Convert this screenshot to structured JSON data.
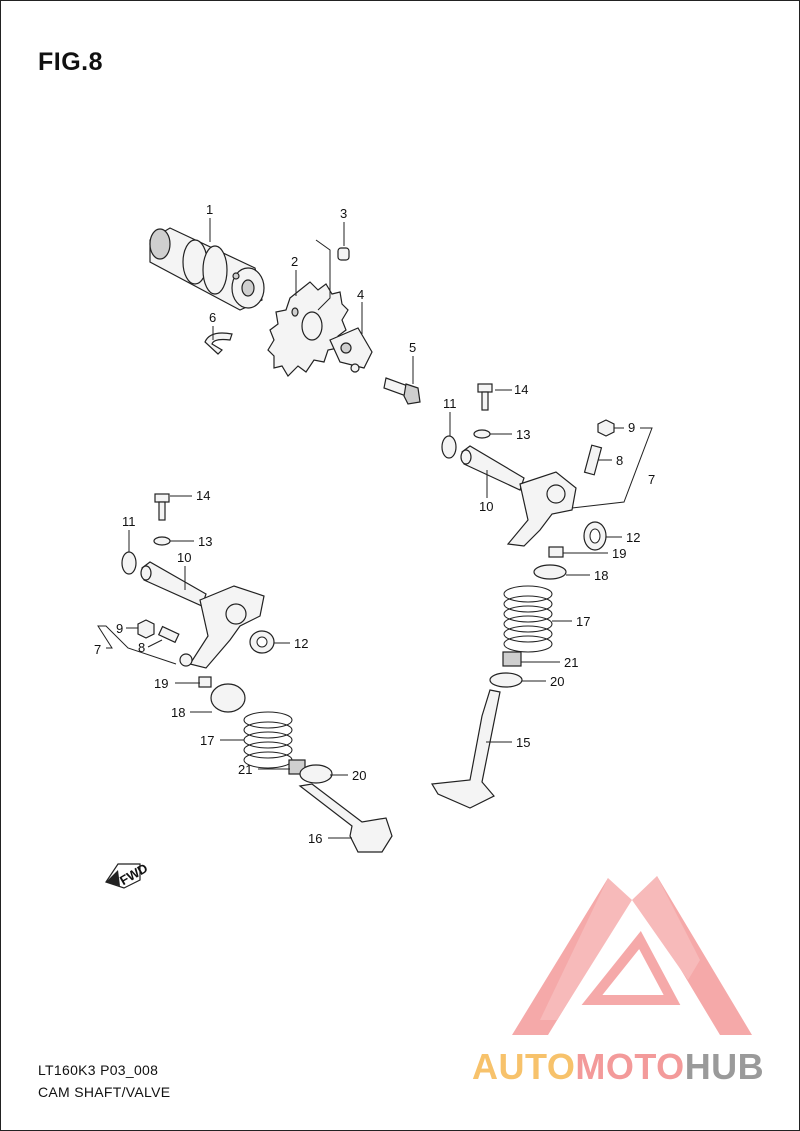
{
  "figure": {
    "title": "FIG.8",
    "code": "LT160K3 P03_008",
    "caption": "CAM SHAFT/VALVE"
  },
  "direction_marker": {
    "label": "FWD"
  },
  "watermark": {
    "parts": [
      "AUTO",
      "MOTO",
      "HUB"
    ],
    "colors": {
      "auto": "#f7c26b",
      "moto": "#f39a9a",
      "hub": "#9a9a9a",
      "logo": "#f4a0a0"
    }
  },
  "callouts": [
    {
      "id": "c1",
      "label": "1"
    },
    {
      "id": "c2",
      "label": "2"
    },
    {
      "id": "c3",
      "label": "3"
    },
    {
      "id": "c4",
      "label": "4"
    },
    {
      "id": "c5",
      "label": "5"
    },
    {
      "id": "c6",
      "label": "6"
    },
    {
      "id": "c14r",
      "label": "14"
    },
    {
      "id": "c11r",
      "label": "11"
    },
    {
      "id": "c13r",
      "label": "13"
    },
    {
      "id": "c9r",
      "label": "9"
    },
    {
      "id": "c8r",
      "label": "8"
    },
    {
      "id": "c7r",
      "label": "7"
    },
    {
      "id": "c10r",
      "label": "10"
    },
    {
      "id": "c12r",
      "label": "12"
    },
    {
      "id": "c19r",
      "label": "19"
    },
    {
      "id": "c18r",
      "label": "18"
    },
    {
      "id": "c17r",
      "label": "17"
    },
    {
      "id": "c21r",
      "label": "21"
    },
    {
      "id": "c20r",
      "label": "20"
    },
    {
      "id": "c15",
      "label": "15"
    },
    {
      "id": "c14l",
      "label": "14"
    },
    {
      "id": "c11l",
      "label": "11"
    },
    {
      "id": "c13l",
      "label": "13"
    },
    {
      "id": "c10l",
      "label": "10"
    },
    {
      "id": "c9l",
      "label": "9"
    },
    {
      "id": "c8l",
      "label": "8"
    },
    {
      "id": "c7l",
      "label": "7"
    },
    {
      "id": "c12l",
      "label": "12"
    },
    {
      "id": "c19l",
      "label": "19"
    },
    {
      "id": "c18l",
      "label": "18"
    },
    {
      "id": "c17l",
      "label": "17"
    },
    {
      "id": "c21l",
      "label": "21"
    },
    {
      "id": "c20l",
      "label": "20"
    },
    {
      "id": "c16",
      "label": "16"
    }
  ]
}
